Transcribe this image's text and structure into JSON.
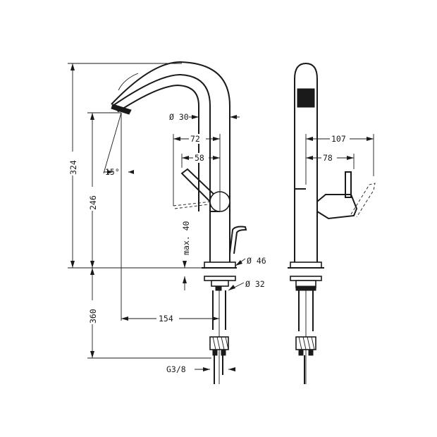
{
  "dimensions": {
    "height_total": "324",
    "height_spout": "246",
    "below_counter": "360",
    "pipe_diameter": "Ø 30",
    "lever_reach": "72",
    "lever_offset": "58",
    "spout_angle": "15°",
    "max_deck": "max. 40",
    "base_diameter": "Ø 46",
    "hole_diameter": "Ø 32",
    "spout_reach": "154",
    "thread": "G3/8",
    "side_reach_outer": "107",
    "side_reach_inner": "78"
  }
}
